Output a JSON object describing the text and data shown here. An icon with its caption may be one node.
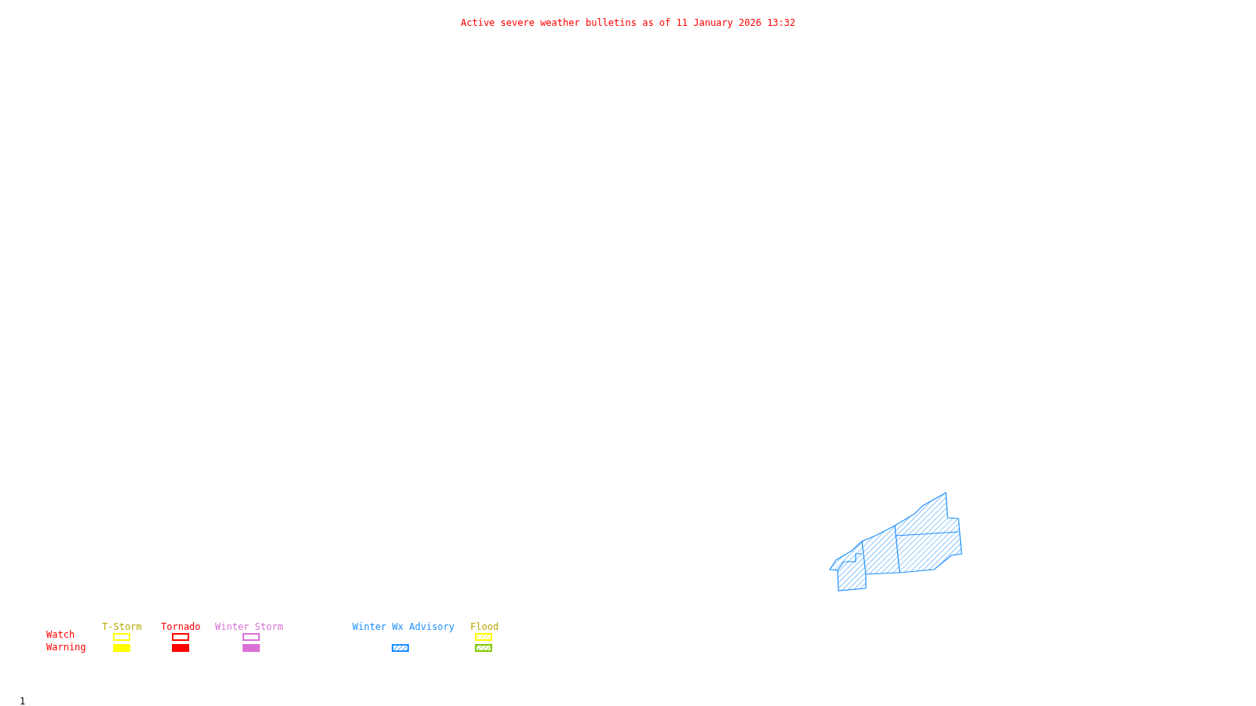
{
  "diagram": {
    "title": "Active severe weather bulletins as of 11 January 2026 13:32",
    "labels": [
      "Watch",
      "Warning",
      "1"
    ],
    "legend": [
      {
        "text": "T-Storm",
        "color": "#ffff00"
      },
      {
        "text": "Tornado",
        "color": "#ff0000"
      },
      {
        "text": "Winter Storm",
        "color": "#da70d6"
      },
      {
        "text": "Winter Wx Advisory",
        "color": "#1e90ff"
      },
      {
        "text": "Flood",
        "color": "#ffff00"
      }
    ]
  }
}
